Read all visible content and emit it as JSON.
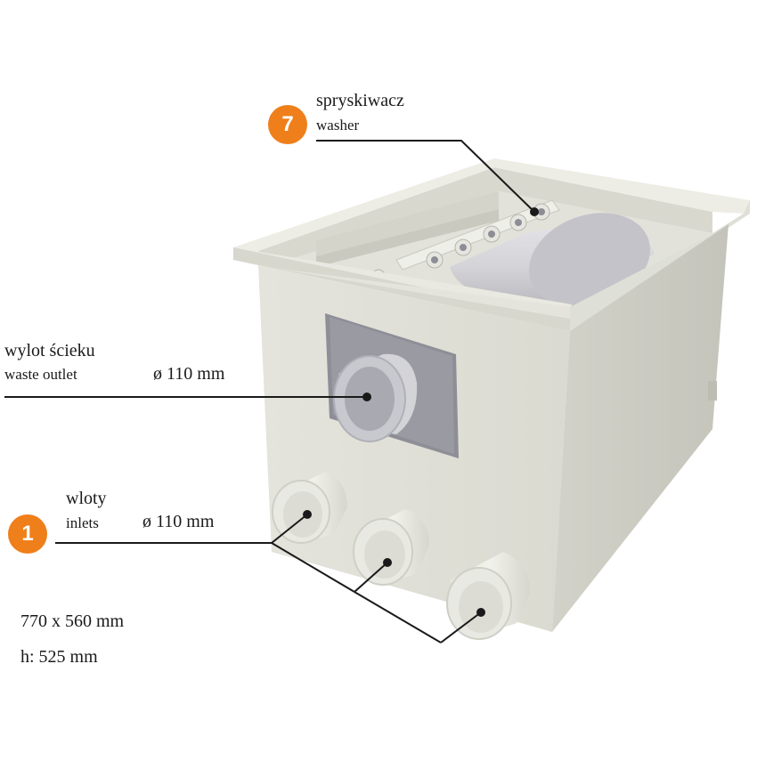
{
  "colors": {
    "badge": "#ef7f1a",
    "body_light": "#e9e9e1",
    "body_mid": "#dcdcd3",
    "body_dark": "#cacac0",
    "pipe": "#eeeee8",
    "drum": "#d0d0d4",
    "leader": "#1a1a1a"
  },
  "callouts": {
    "washer": {
      "number": "7",
      "label_pl": "spryskiwacz",
      "label_en": "washer"
    },
    "waste": {
      "label_pl": "wylot ścieku",
      "label_en": "waste outlet",
      "diameter": "ø 110 mm"
    },
    "inlets": {
      "number": "1",
      "label_pl": "wloty",
      "label_en": "inlets",
      "diameter": "ø 110 mm"
    }
  },
  "dimensions": {
    "footprint": "770 x 560 mm",
    "height": "h: 525 mm"
  }
}
